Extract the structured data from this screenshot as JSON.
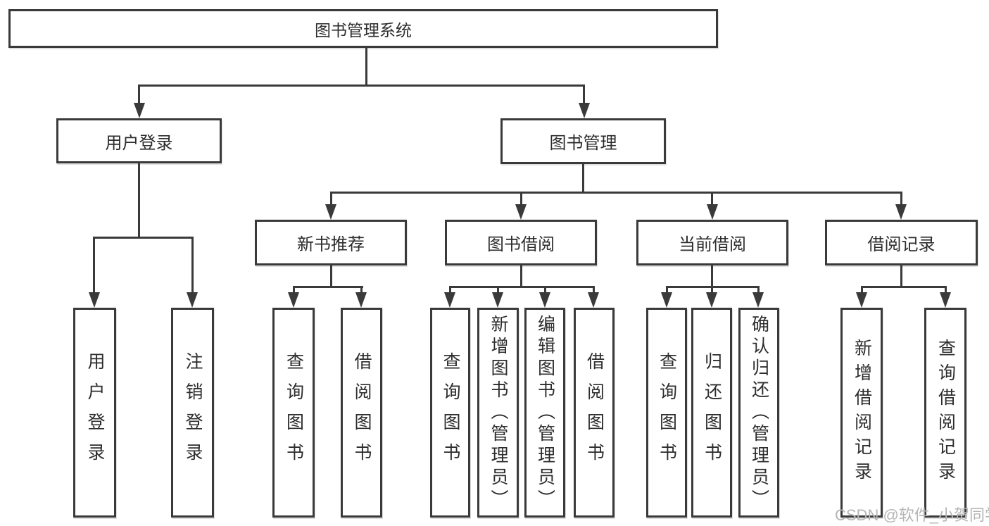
{
  "diagram": {
    "root": {
      "label": "图书管理系统"
    },
    "branches": [
      {
        "label": "用户登录",
        "children": [
          {
            "label": "用户登录"
          },
          {
            "label": "注销登录"
          }
        ]
      },
      {
        "label": "图书管理",
        "children": [
          {
            "label": "新书推荐",
            "children": [
              {
                "label": "查询图书"
              },
              {
                "label": "借阅图书"
              }
            ]
          },
          {
            "label": "图书借阅",
            "children": [
              {
                "label": "查询图书"
              },
              {
                "label": "新增图书（管理员）"
              },
              {
                "label": "编辑图书（管理员）"
              },
              {
                "label": "借阅图书"
              }
            ]
          },
          {
            "label": "当前借阅",
            "children": [
              {
                "label": "查询图书"
              },
              {
                "label": "归还图书"
              },
              {
                "label": "确认归还（管理员）"
              }
            ]
          },
          {
            "label": "借阅记录",
            "children": [
              {
                "label": "新增借阅记录"
              },
              {
                "label": "查询借阅记录"
              }
            ]
          }
        ]
      }
    ]
  },
  "colors": {
    "line": "#3a3a3a",
    "text": "#2d2d2d",
    "watermark_text": "#b5b5b5"
  },
  "watermark": {
    "text": "CSDN @软件_小贺同学"
  }
}
